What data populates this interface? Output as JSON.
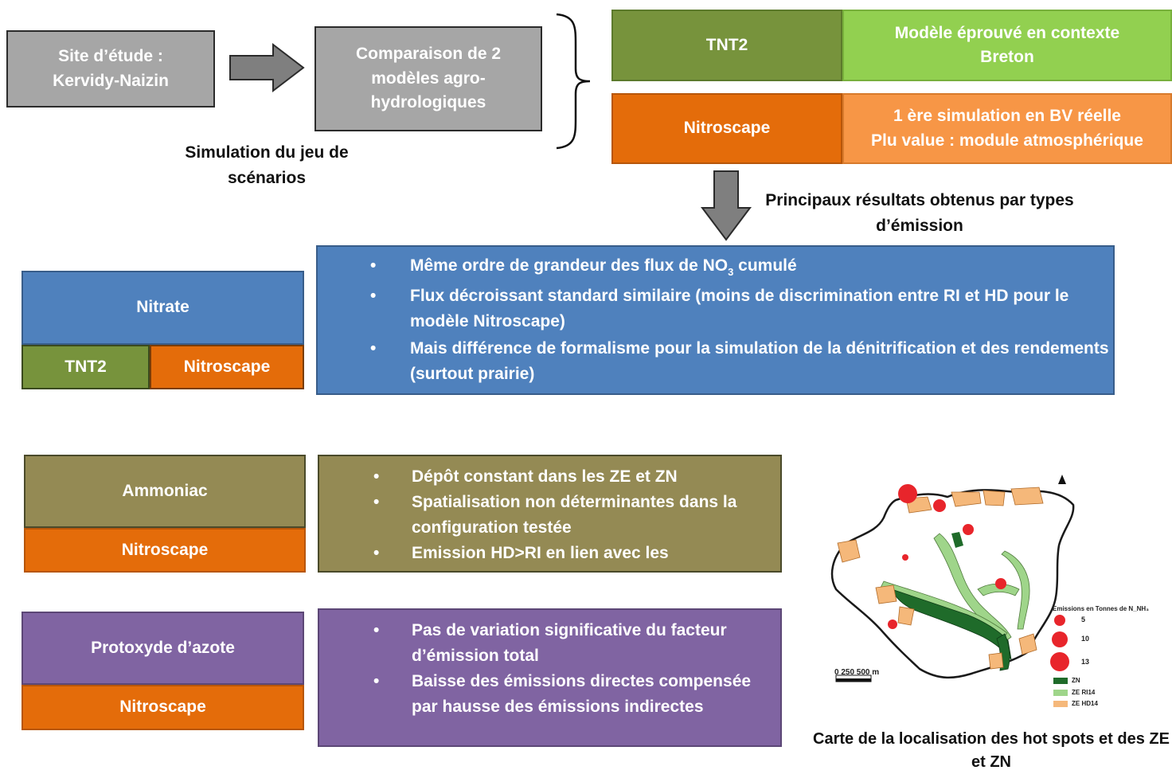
{
  "top": {
    "site_box": "Site d’étude : Kervidy-Naizin",
    "compare_box": "Comparaison de 2 modèles agro-hydrologiques",
    "simulation_caption": "Simulation du jeu de scénarios",
    "tnt2_label": "TNT2",
    "tnt2_desc": "Modèle éprouvé en contexte Breton",
    "nitroscape_label": "Nitroscape",
    "nitroscape_desc_line1": "1 ère simulation en BV réelle",
    "nitroscape_desc_line2": "Plu value : module atmosphérique",
    "results_caption": "Principaux résultats obtenus par types d’émission"
  },
  "nitrate": {
    "title": "Nitrate",
    "model_a": "TNT2",
    "model_b": "Nitroscape",
    "bullet1_pre": "Même ordre de grandeur des flux de NO",
    "bullet1_sub": "3",
    "bullet1_post": " cumulé",
    "bullet2": "Flux décroissant standard similaire (moins de discrimination entre RI et HD pour le modèle Nitroscape)",
    "bullet3": "Mais différence de formalisme pour la simulation de la dénitrification et des rendements (surtout prairie)"
  },
  "ammoniac": {
    "title": "Ammoniac",
    "model": "Nitroscape",
    "bullets": [
      "Dépôt constant dans les ZE et ZN",
      "Spatialisation non déterminantes dans la configuration testée",
      "Emission HD>RI en lien avec les"
    ]
  },
  "protoxyde": {
    "title": "Protoxyde d’azote",
    "model": "Nitroscape",
    "bullets": [
      "Pas de variation significative du facteur d’émission total",
      "Baisse des émissions directes compensée par hausse des émissions indirectes"
    ]
  },
  "map": {
    "caption": "Carte de la localisation des hot spots et des ZE et ZN",
    "legend_title": "Emissions en Tonnes de N_NH₃",
    "legend_values": [
      "5",
      "10",
      "13"
    ],
    "legend_zones": [
      "ZN",
      "ZE RI14",
      "ZE HD14"
    ],
    "scale_label": "0   250  500  m",
    "colors": {
      "zn": "#1f6b2a",
      "ze_ri": "#9fd58a",
      "ze_hd": "#f5b87a",
      "hotspot": "#e8252b"
    }
  }
}
